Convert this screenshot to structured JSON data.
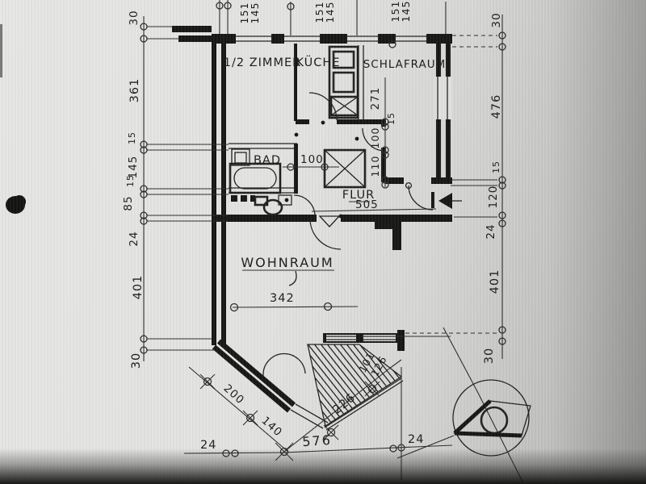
{
  "photo": {
    "artifact": "hole-punch-mark"
  },
  "plan": {
    "rooms": {
      "half_room": "1/2 ZIMMER",
      "kitchen": "KÜCHE",
      "bedroom": "SCHLAFRAUM",
      "bath": "BAD",
      "hall": "FLUR",
      "living_room": "WOHNRAUM"
    },
    "dimensions": {
      "top": {
        "w1a": "151",
        "w1b": "145",
        "w2a": "151",
        "w2b": "145",
        "w3a": "151",
        "w3b": "145"
      },
      "left": {
        "d30top": "30",
        "d361": "361",
        "d15a": "15",
        "d145": "145",
        "d15b": "15",
        "d85": "85",
        "d24": "24",
        "d401": "401",
        "d30bottom": "30"
      },
      "right": {
        "d30top": "30",
        "d476": "476",
        "d15": "15",
        "d120": "120",
        "d24": "24",
        "d401": "401",
        "d30bottom": "30"
      },
      "inner": {
        "d271": "271",
        "d15": "15",
        "d100v": "100",
        "d110": "110",
        "bath100": "100",
        "hall505": "505",
        "living342": "342"
      },
      "bay": {
        "d200": "200",
        "d140": "140",
        "d226": "226",
        "d576": "576",
        "d24left": "24",
        "d24right": "24",
        "d101": "101",
        "d126": "126"
      }
    }
  }
}
